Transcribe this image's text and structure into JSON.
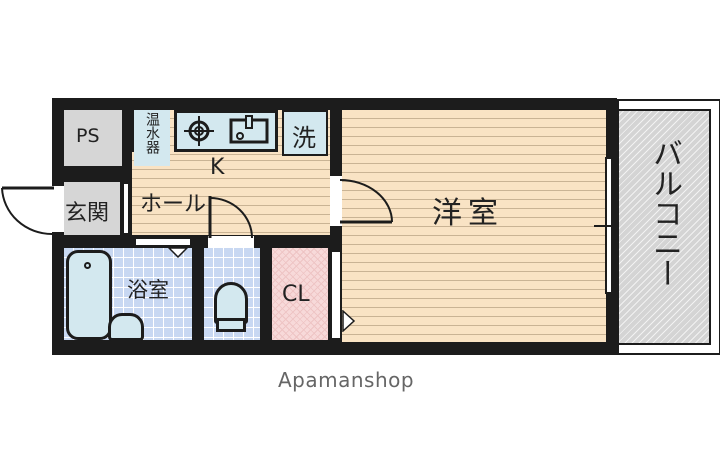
{
  "floor_plan": {
    "rooms": {
      "ps": "PS",
      "water_heater": "温水器",
      "laundry": "洗",
      "kitchen": "K",
      "hall": "ホール",
      "entrance": "玄関",
      "bathroom": "浴室",
      "closet": "CL",
      "western_room": "洋室",
      "balcony": "バルコニー"
    },
    "colors": {
      "wall": "#1c1c1c",
      "wood_floor": "#f9e3c4",
      "bath_tile": "#c8d8f2",
      "fixture_blue": "#d3e8ef",
      "closet_pink": "#f7d9d9",
      "storage_gray": "#d6d6d6",
      "balcony_gray": "#d4d4d4"
    }
  },
  "footer": {
    "brand": "Apamanshop"
  }
}
